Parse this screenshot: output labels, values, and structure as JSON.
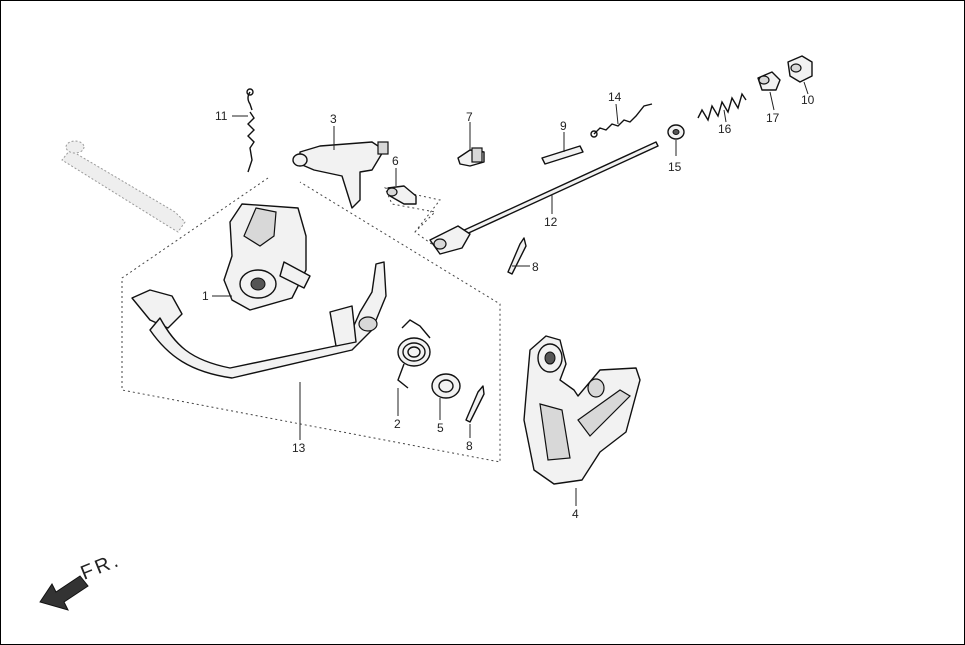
{
  "labels": {
    "p1": "1",
    "p2": "2",
    "p3": "3",
    "p4": "4",
    "p5": "5",
    "p6": "6",
    "p7": "7",
    "p8a": "8",
    "p8b": "8",
    "p9": "9",
    "p10": "10",
    "p11": "11",
    "p12": "12",
    "p13": "13",
    "p14": "14",
    "p15": "15",
    "p16": "16",
    "p17": "17"
  },
  "direction": {
    "text": "FR."
  }
}
